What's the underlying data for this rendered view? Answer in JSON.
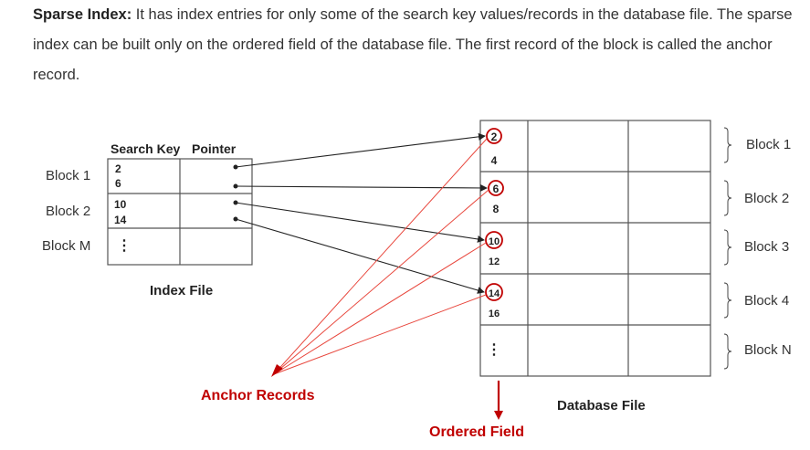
{
  "paragraph": {
    "term": "Sparse Index:",
    "text": " It has index entries for only some of the search key values/records in the database file. The sparse index can be built only on the ordered field of the database file. The first record of the block is called the anchor record."
  },
  "index_file": {
    "header_search_key": "Search Key",
    "header_pointer": "Pointer",
    "caption": "Index File",
    "row_labels": [
      "Block 1",
      "Block 2",
      "Block M"
    ],
    "keys": [
      [
        "2",
        "6"
      ],
      [
        "10",
        "14"
      ],
      [
        "⋮"
      ]
    ]
  },
  "database_file": {
    "caption": "Database File",
    "rows": [
      {
        "anchor": "2",
        "second": "4",
        "label": "Block 1"
      },
      {
        "anchor": "6",
        "second": "8",
        "label": "Block 2"
      },
      {
        "anchor": "10",
        "second": "12",
        "label": "Block 3"
      },
      {
        "anchor": "14",
        "second": "16",
        "label": "Block 4"
      },
      {
        "anchor": "",
        "second": "⋮",
        "label": "Block N"
      }
    ]
  },
  "annotations": {
    "anchor_records": "Anchor Records",
    "ordered_field": "Ordered Field"
  },
  "colors": {
    "text": "#333333",
    "accent_red": "#c00000",
    "arrow_red": "#e8463c",
    "line_dark": "#222222"
  }
}
